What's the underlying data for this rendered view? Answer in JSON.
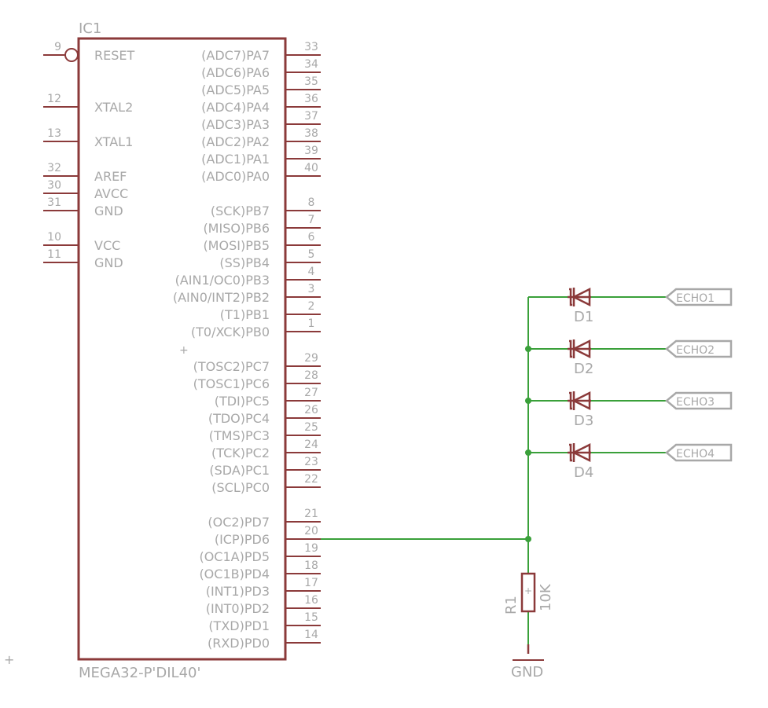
{
  "ic": {
    "name": "IC1",
    "value": "MEGA32-P'DIL40'",
    "left_pins": [
      {
        "num": "9",
        "name": "RESET"
      },
      {
        "num": "12",
        "name": "XTAL2"
      },
      {
        "num": "13",
        "name": "XTAL1"
      },
      {
        "num": "32",
        "name": "AREF"
      },
      {
        "num": "30",
        "name": "AVCC"
      },
      {
        "num": "31",
        "name": "GND"
      },
      {
        "num": "10",
        "name": "VCC"
      },
      {
        "num": "11",
        "name": "GND"
      }
    ],
    "right_pins": [
      {
        "num": "33",
        "name": "(ADC7)PA7"
      },
      {
        "num": "34",
        "name": "(ADC6)PA6"
      },
      {
        "num": "35",
        "name": "(ADC5)PA5"
      },
      {
        "num": "36",
        "name": "(ADC4)PA4"
      },
      {
        "num": "37",
        "name": "(ADC3)PA3"
      },
      {
        "num": "38",
        "name": "(ADC2)PA2"
      },
      {
        "num": "39",
        "name": "(ADC1)PA1"
      },
      {
        "num": "40",
        "name": "(ADC0)PA0"
      },
      {
        "num": "8",
        "name": "(SCK)PB7"
      },
      {
        "num": "7",
        "name": "(MISO)PB6"
      },
      {
        "num": "6",
        "name": "(MOSI)PB5"
      },
      {
        "num": "5",
        "name": "(SS)PB4"
      },
      {
        "num": "4",
        "name": "(AIN1/OC0)PB3"
      },
      {
        "num": "3",
        "name": "(AIN0/INT2)PB2"
      },
      {
        "num": "2",
        "name": "(T1)PB1"
      },
      {
        "num": "1",
        "name": "(T0/XCK)PB0"
      },
      {
        "num": "29",
        "name": "(TOSC2)PC7"
      },
      {
        "num": "28",
        "name": "(TOSC1)PC6"
      },
      {
        "num": "27",
        "name": "(TDI)PC5"
      },
      {
        "num": "26",
        "name": "(TDO)PC4"
      },
      {
        "num": "25",
        "name": "(TMS)PC3"
      },
      {
        "num": "24",
        "name": "(TCK)PC2"
      },
      {
        "num": "23",
        "name": "(SDA)PC1"
      },
      {
        "num": "22",
        "name": "(SCL)PC0"
      },
      {
        "num": "21",
        "name": "(OC2)PD7"
      },
      {
        "num": "20",
        "name": "(ICP)PD6"
      },
      {
        "num": "19",
        "name": "(OC1A)PD5"
      },
      {
        "num": "18",
        "name": "(OC1B)PD4"
      },
      {
        "num": "17",
        "name": "(INT1)PD3"
      },
      {
        "num": "16",
        "name": "(INT0)PD2"
      },
      {
        "num": "15",
        "name": "(TXD)PD1"
      },
      {
        "num": "14",
        "name": "(RXD)PD0"
      }
    ]
  },
  "diodes": [
    {
      "name": "D1",
      "net": "ECHO1"
    },
    {
      "name": "D2",
      "net": "ECHO2"
    },
    {
      "name": "D3",
      "net": "ECHO3"
    },
    {
      "name": "D4",
      "net": "ECHO4"
    }
  ],
  "resistor": {
    "name": "R1",
    "value": "10K"
  },
  "ground": {
    "label": "GND"
  },
  "colors": {
    "component": "#8b3a3a",
    "wire": "#3aa03a",
    "text": "#a8a8a8"
  }
}
